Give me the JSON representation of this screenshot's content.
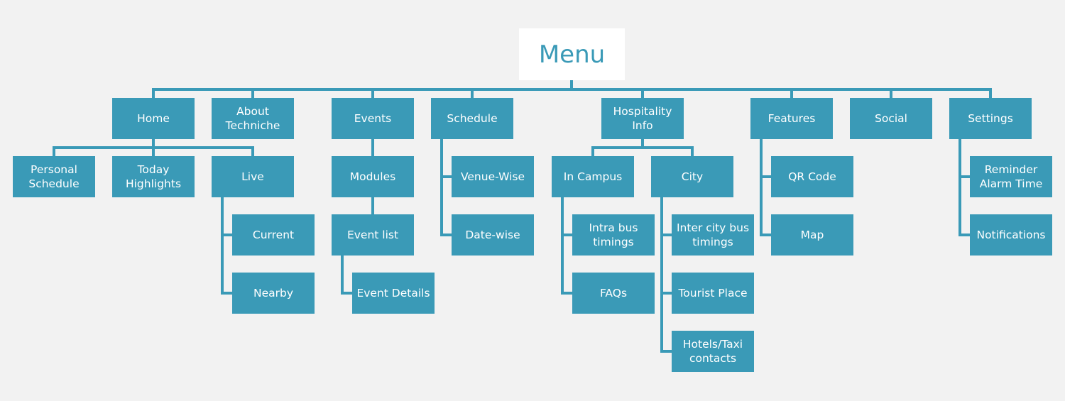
{
  "title": "Menu",
  "colors": {
    "box": "#3a9ab7",
    "line": "#3a9ab7",
    "background": "#f2f2f2",
    "root_bg": "#ffffff"
  },
  "top": [
    {
      "label": "Home",
      "children": [
        {
          "label": "Personal\nSchedule"
        },
        {
          "label": "Today\nHighlights"
        },
        {
          "label": "Live",
          "children": [
            {
              "label": "Current"
            },
            {
              "label": "Nearby"
            }
          ]
        }
      ]
    },
    {
      "label": "About\nTechniche"
    },
    {
      "label": "Events",
      "children": [
        {
          "label": "Modules"
        },
        {
          "label": "Event list"
        },
        {
          "label": "Event Details"
        }
      ]
    },
    {
      "label": "Schedule",
      "children": [
        {
          "label": "Venue-Wise"
        },
        {
          "label": "Date-wise"
        }
      ]
    },
    {
      "label": "Hospitality\nInfo",
      "children": [
        {
          "label": "In Campus",
          "children": [
            {
              "label": "Intra bus\ntimings"
            },
            {
              "label": "FAQs"
            }
          ]
        },
        {
          "label": "City",
          "children": [
            {
              "label": "Inter city bus\ntimings"
            },
            {
              "label": "Tourist Place"
            },
            {
              "label": "Hotels/Taxi\ncontacts"
            }
          ]
        }
      ]
    },
    {
      "label": "Features",
      "children": [
        {
          "label": "QR Code"
        },
        {
          "label": "Map"
        }
      ]
    },
    {
      "label": "Social"
    },
    {
      "label": "Settings",
      "children": [
        {
          "label": "Reminder\nAlarm Time"
        },
        {
          "label": "Notifications"
        }
      ]
    }
  ]
}
